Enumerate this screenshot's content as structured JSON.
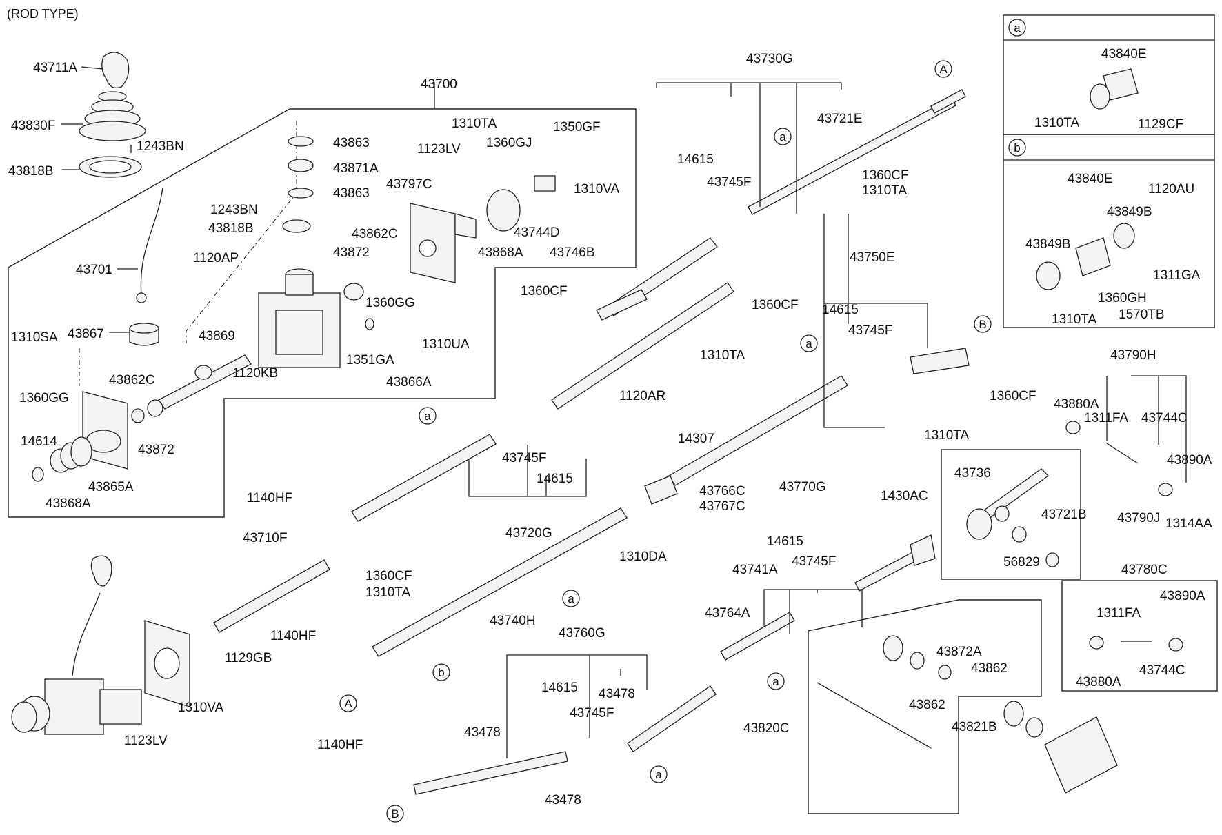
{
  "title": "(ROD TYPE)",
  "callouts": {
    "a": "a",
    "b": "b",
    "A": "A",
    "B": "B"
  },
  "labels": {
    "p43711A": "43711A",
    "p43830F": "43830F",
    "p1243BN_1": "1243BN",
    "p43818B_1": "43818B",
    "p43700": "43700",
    "p43863_1": "43863",
    "p43871A": "43871A",
    "p43863_2": "43863",
    "p1243BN_2": "1243BN",
    "p43818B_2": "43818B",
    "p1310TA_1": "1310TA",
    "p1123LV_1": "1123LV",
    "p1360GJ": "1360GJ",
    "p1350GF": "1350GF",
    "p43797C": "43797C",
    "p1310VA_1": "1310VA",
    "p43744D": "43744D",
    "p43868A_1": "43868A",
    "p43746B": "43746B",
    "p43862C_1": "43862C",
    "p43701": "43701",
    "p1120AP": "1120AP",
    "p43872_1": "43872",
    "p1360GG_1": "1360GG",
    "p1310UA": "1310UA",
    "p1351GA": "1351GA",
    "p43866A": "43866A",
    "p1120KB": "1120KB",
    "p1310SA": "1310SA",
    "p43867": "43867",
    "p43869": "43869",
    "p1360GG_2": "1360GG",
    "p43862C_2": "43862C",
    "p14614": "14614",
    "p43872_2": "43872",
    "p43865A": "43865A",
    "p43868A_2": "43868A",
    "p43730G": "43730G",
    "p43721E": "43721E",
    "p14615_1": "14615",
    "p43745F_1": "43745F",
    "p1360CF_1": "1360CF",
    "p1310TA_2": "1310TA",
    "p1360CF_2": "1360CF",
    "p1360CF_3": "1360CF",
    "p1310TA_3": "1310TA",
    "p43750E": "43750E",
    "p14615_2": "14615",
    "p43745F_2": "43745F",
    "p43745F_3": "43745F",
    "p14615_3": "14615",
    "p43720G": "43720G",
    "p1120AR": "1120AR",
    "p14307": "14307",
    "p43766C": "43766C",
    "p43767C": "43767C",
    "p1310DA": "1310DA",
    "p1140HF_1": "1140HF",
    "p43710F": "43710F",
    "p1360CF_4": "1360CF",
    "p1310TA_4": "1310TA",
    "p1140HF_2": "1140HF",
    "p1129GB": "1129GB",
    "p1310VA_2": "1310VA",
    "p1123LV_2": "1123LV",
    "p43740H": "43740H",
    "p43760G": "43760G",
    "p14615_4": "14615",
    "p43478_1": "43478",
    "p43478_2": "43478",
    "p43745F_4": "43745F",
    "p1140HF_3": "1140HF",
    "p43478_3": "43478",
    "p43770G": "43770G",
    "p14615_5": "14615",
    "p43741A": "43741A",
    "p43745F_5": "43745F",
    "p43764A": "43764A",
    "p1430AC": "1430AC",
    "p43820C": "43820C",
    "p43872A": "43872A",
    "p43862_1": "43862",
    "p43862_2": "43862",
    "p43821B": "43821B",
    "p43790H": "43790H",
    "p1360CF_5": "1360CF",
    "p43880A_1": "43880A",
    "p1311FA_1": "1311FA",
    "p43744C_1": "43744C",
    "p1310TA_5": "1310TA",
    "p43890A_1": "43890A",
    "p43736": "43736",
    "p43721B": "43721B",
    "p43790J": "43790J",
    "p56829": "56829",
    "p1314AA": "1314AA",
    "p43780C": "43780C",
    "p43890A_2": "43890A",
    "p1311FA_2": "1311FA",
    "p43880A_2": "43880A",
    "p43744C_2": "43744C"
  },
  "inset_a": {
    "header": "a",
    "p43840E": "43840E",
    "p1310TA": "1310TA",
    "p1129CF": "1129CF"
  },
  "inset_b": {
    "header": "b",
    "p43840E": "43840E",
    "p1120AU": "1120AU",
    "p43849B_1": "43849B",
    "p43849B_2": "43849B",
    "p1311GA": "1311GA",
    "p1310TA": "1310TA",
    "p1360GH": "1360GH",
    "p1570TB": "1570TB"
  }
}
